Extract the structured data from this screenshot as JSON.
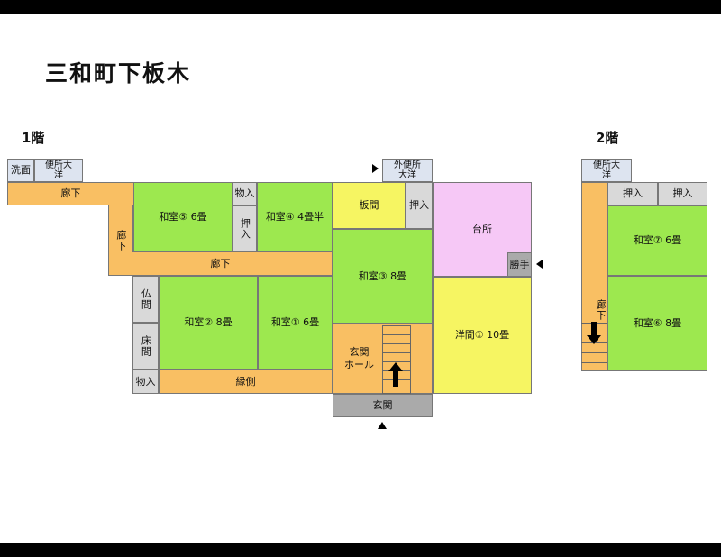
{
  "title": "三和町下板木",
  "floor1": {
    "label": "1階",
    "rooms": {
      "senmen": "洗面",
      "benjo_top": "便所大\n洋",
      "rouka_top": "廊下",
      "rouka_vert": "廊下",
      "rouka_mid": "廊下",
      "washitsu5": "和室⑤  6畳",
      "mono_top": "物入",
      "oshiire_a": "押入",
      "washitsu4": "和室④  4畳半",
      "itama": "板間",
      "oshiire_b": "押入",
      "soto_benjo": "外便所\n大洋",
      "daidokoro": "台所",
      "katte": "勝手",
      "washitsu3": "和室③  8畳",
      "butsuma": "仏間",
      "tokonoma": "床間",
      "mono_bottom": "物入",
      "washitsu2": "和室②  8畳",
      "washitsu1": "和室①  6畳",
      "engawa": "縁側",
      "genkan_hall": "玄関\nホール",
      "youma1": "洋間①  10畳",
      "genkan": "玄関"
    }
  },
  "floor2": {
    "label": "2階",
    "rooms": {
      "benjo": "便所大\n洋",
      "oshiire_a": "押入",
      "oshiire_b": "押入",
      "rouka": "廊下",
      "washitsu7": "和室⑦  6畳",
      "washitsu6": "和室⑥  8畳"
    }
  },
  "colors": {
    "washitsu": "#9de84f",
    "corridor": "#f9bf63",
    "itama": "#f6f562",
    "kitchen": "#f6c8f6",
    "toilet": "#dde4f0",
    "entrance": "#aaaaaa",
    "storage": "#d9d9d9"
  },
  "icons": {
    "entrance_markers": "triangle-marker-icon",
    "stairs": "staircase-icon",
    "stair_direction": "arrow-icon"
  }
}
